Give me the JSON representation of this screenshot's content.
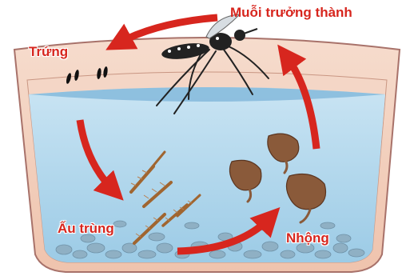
{
  "labels": {
    "adult": "Muỗi trưởng thành",
    "egg": "Trứng",
    "larva": "Ấu trùng",
    "pupa": "Nhộng"
  },
  "colors": {
    "arrow": "#d7261e",
    "label": "#d7261e",
    "container_rim": "#f2cdb9",
    "container_outline": "#a8726a",
    "water": "#a9d3ea",
    "water_surface": "#7fb6da",
    "pebbles": "#8fb0c4",
    "larva": "#a06530",
    "pupa": "#8a5a3a",
    "mosquito": "#222222"
  },
  "icons": [
    "mosquito-icon",
    "egg-icon",
    "larva-icon",
    "pupa-icon",
    "cycle-arrow-icon"
  ]
}
